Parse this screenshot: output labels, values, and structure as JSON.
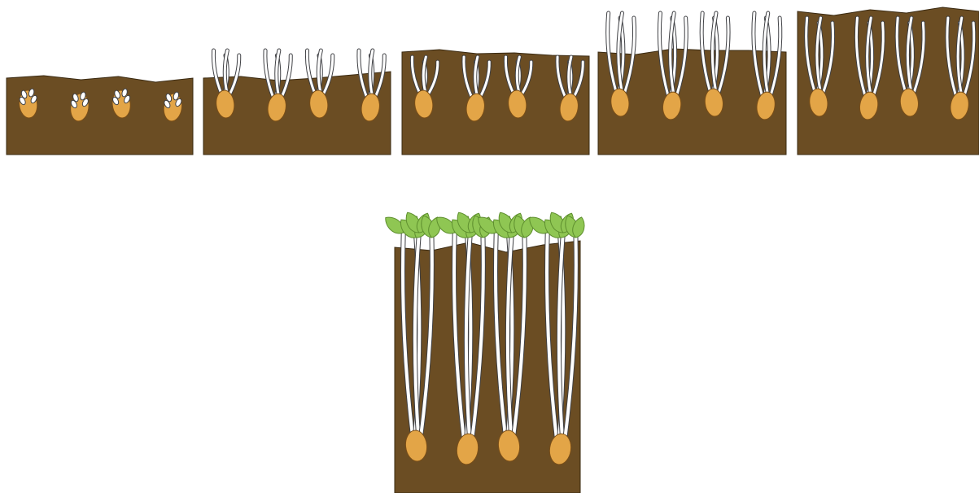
{
  "colors": {
    "soil": "#6b4d23",
    "soil_outline": "#3a2a12",
    "tuber": "#e3a547",
    "tuber_outline": "#7a4e17",
    "sprout": "#ffffff",
    "sprout_outline": "#3f4044",
    "leaf": "#8fc653",
    "leaf_outline": "#5e8f2e",
    "background": "#ffffff"
  },
  "stages": [
    {
      "stage": 1,
      "sprout_growth": "buds"
    },
    {
      "stage": 2,
      "sprout_growth": "emerged"
    },
    {
      "stage": 3,
      "sprout_growth": "covered"
    },
    {
      "stage": 4,
      "sprout_growth": "tall"
    },
    {
      "stage": 5,
      "sprout_growth": "covered-deep"
    },
    {
      "stage": 6,
      "sprout_growth": "leafed"
    }
  ],
  "tubers_per_stage": 4,
  "icons": [
    "soil-block",
    "seed-tuber",
    "white-sprout",
    "green-leaf"
  ]
}
